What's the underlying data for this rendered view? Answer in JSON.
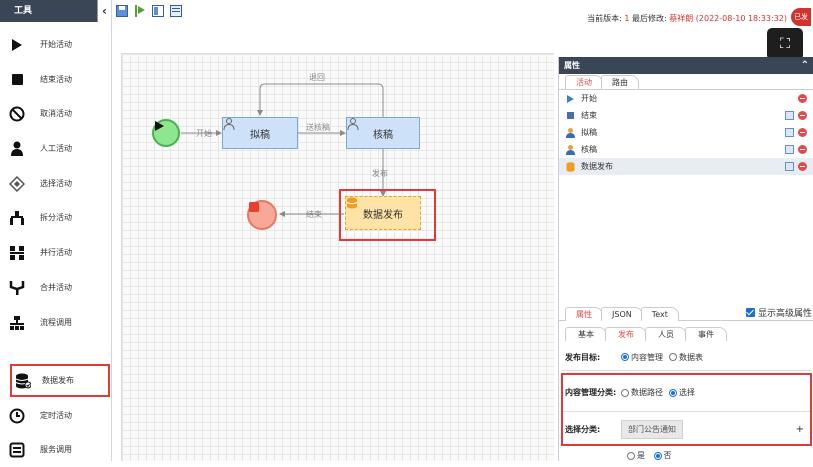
{
  "toolbox": {
    "title": "工具",
    "collapse_glyph": "‹",
    "items": [
      {
        "label": "开始活动",
        "icon": "play-icon"
      },
      {
        "label": "结束活动",
        "icon": "stop-square-icon"
      },
      {
        "label": "取消活动",
        "icon": "cancel-icon"
      },
      {
        "label": "人工活动",
        "icon": "person-icon"
      },
      {
        "label": "选择活动",
        "icon": "diamond-choice-icon"
      },
      {
        "label": "拆分活动",
        "icon": "split-icon"
      },
      {
        "label": "并行活动",
        "icon": "parallel-icon"
      },
      {
        "label": "合并活动",
        "icon": "merge-icon"
      },
      {
        "label": "流程调用",
        "icon": "hierarchy-icon"
      },
      {
        "label": "数据发布",
        "icon": "database-icon"
      },
      {
        "label": "定时活动",
        "icon": "clock-icon"
      },
      {
        "label": "服务调用",
        "icon": "service-icon"
      }
    ],
    "selected_index": 9
  },
  "topbar": {
    "version_prefix": "当前版本: ",
    "version_number": "1",
    "modified_prefix": " 最后修改: ",
    "modifier_name": "蔡祥朗",
    "modified_time": " (2022-08-10 18:33:32)",
    "badge": "已发",
    "expand_glyph": "⛶"
  },
  "diagram": {
    "nodes": {
      "draft": "拟稿",
      "review": "核稿",
      "publish": "数据发布"
    },
    "edges": {
      "start": "开始",
      "send_review": "送核稿",
      "return": "退回",
      "publish": "发布",
      "end": "结束"
    }
  },
  "properties_panel": {
    "title": "属性",
    "collapse_glyph": "⌃",
    "tabs": [
      "活动",
      "路由"
    ],
    "active_tab": 0,
    "elements": [
      {
        "label": "开始",
        "icon": "play-small-icon",
        "copy": false
      },
      {
        "label": "结束",
        "icon": "stop-small-icon",
        "copy": true
      },
      {
        "label": "拟稿",
        "icon": "person-small-icon",
        "copy": true
      },
      {
        "label": "核稿",
        "icon": "person-small-icon",
        "copy": true
      },
      {
        "label": "数据发布",
        "icon": "database-small-icon",
        "copy": true
      }
    ],
    "selected_element": 4,
    "prop_tabs": [
      "属性",
      "JSON",
      "Text"
    ],
    "active_prop_tab": 0,
    "advanced_label": "显示高级属性",
    "sub_tabs": [
      "基本",
      "发布",
      "人员",
      "事件"
    ],
    "active_sub_tab": 1,
    "form": {
      "target_label": "发布目标:",
      "target_options": [
        "内容管理",
        "数据表"
      ],
      "target_selected": 0,
      "category_label": "内容管理分类:",
      "category_options": [
        "数据路径",
        "选择"
      ],
      "category_selected": 1,
      "select_label": "选择分类:",
      "select_value": "部门公告通知",
      "add_glyph": "+",
      "yes_no_options": [
        "是",
        "否"
      ],
      "yes_no_selected": 1
    }
  },
  "colors": {
    "header_bg": "#3a4656",
    "accent_red": "#e03a3a",
    "task_fill": "#cde2f9",
    "publish_fill": "#ffe2a6",
    "radio_blue": "#1d6fd8"
  }
}
